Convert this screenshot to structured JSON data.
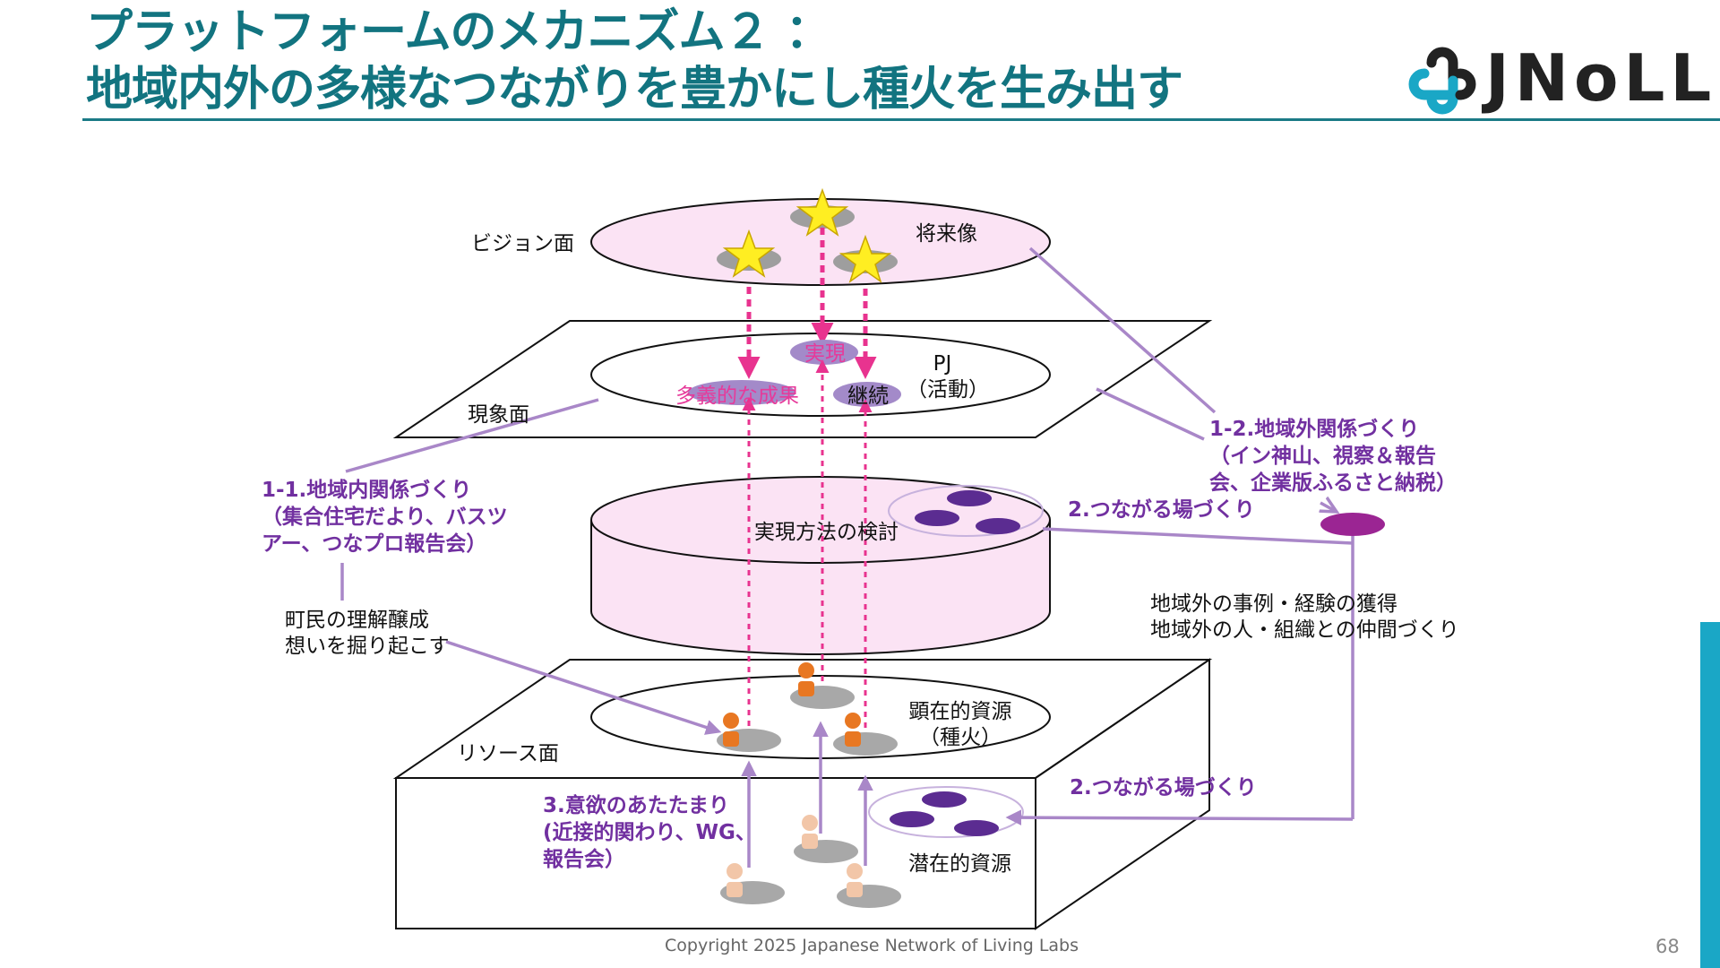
{
  "title": {
    "line1": "プラットフォームのメカニズム２ ：",
    "line2": "地域内外の多様なつながりを豊かにし種火を生み出す"
  },
  "logo": {
    "text": "JNoLL"
  },
  "layers": {
    "vision": "ビジョン面",
    "phenomenon": "現象面",
    "resource": "リソース面"
  },
  "nodes": {
    "future": "将来像",
    "realize": "実現",
    "diverse": "多義的な成果",
    "continue": "継続",
    "pj_line1": "PJ",
    "pj_line2": "（活動）",
    "method": "実現方法の検討",
    "visible_line1": "顕在的資源",
    "visible_line2": "（種火）",
    "latent": "潜在的資源"
  },
  "annotations": {
    "a11_line1": "1-1.地域内関係づくり",
    "a11_line2": "（集合住宅だより、バスツ",
    "a11_line3": "アー、つなプロ報告会）",
    "a12_line1": "1-2.地域外関係づくり",
    "a12_line2": "（イン神山、視察＆報告",
    "a12_line3": "会、企業版ふるさと納税）",
    "connect_upper": "2.つながる場づくり",
    "connect_lower": "2.つながる場づくり",
    "a3_line1": "3.意欲のあたたまり",
    "a3_line2": "(近接的関わり、WG、",
    "a3_line3": "報告会）",
    "townspeople_line1": "町民の理解醸成",
    "townspeople_line2": "想いを掘り起こす",
    "outside_line1": "地域外の事例・経験の獲得",
    "outside_line2": "地域外の人・組織との仲間づくり"
  },
  "footer": {
    "copyright": "Copyright 2025  Japanese Network of Living Labs",
    "page": "68"
  },
  "colors": {
    "title": "#127480",
    "accent_purple": "#7130a0",
    "pink_arrow": "#e8338f",
    "light_pink": "#fbe3f4",
    "lavender": "#a987c8",
    "side_bar": "#1aa7c6"
  }
}
